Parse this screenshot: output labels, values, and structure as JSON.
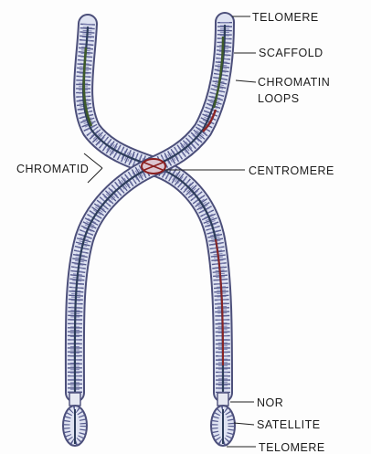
{
  "labels": {
    "telomere_top": "TELOMERE",
    "scaffold": "SCAFFOLD",
    "chromatin_loops_line1": "CHROMATIN",
    "chromatin_loops_line2": "LOOPS",
    "chromatid": "CHROMATID",
    "centromere": "CENTROMERE",
    "nor": "NOR",
    "satellite": "SATELLITE",
    "telomere_bottom": "TELOMERE"
  },
  "colors": {
    "outline": "#4c4f7a",
    "scaffold_green": "#3d5a2a",
    "scaffold_red": "#8a2424",
    "centromere": "#8a1f1f"
  }
}
